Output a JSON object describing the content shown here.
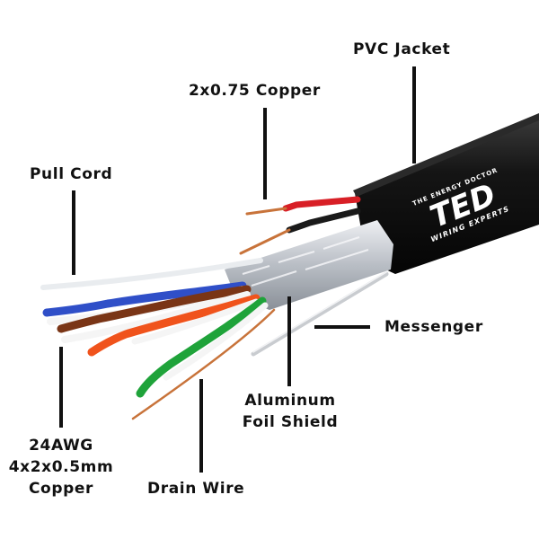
{
  "labels": {
    "pvc_jacket": "PVC Jacket",
    "power_copper": "2x0.75 Copper",
    "pull_cord": "Pull Cord",
    "messenger": "Messenger",
    "aluminum_line1": "Aluminum",
    "aluminum_line2": "Foil Shield",
    "awg_line1": "24AWG",
    "awg_line2": "4x2x0.5mm",
    "awg_line3": "Copper",
    "drain_wire": "Drain Wire"
  },
  "logo": {
    "brand": "TED",
    "tagline_top": "THE ENERGY DOCTOR",
    "tagline_bottom": "WIRING EXPERTS"
  },
  "colors": {
    "jacket": "#111111",
    "foil": "#c9ccd1",
    "copper": "#c8733a",
    "red_wire": "#d81f26",
    "pair_blue": "#2f4fc8",
    "pair_brown": "#7a3516",
    "pair_orange": "#f0531c",
    "pair_green": "#1fa33a",
    "leader": "#111111"
  }
}
